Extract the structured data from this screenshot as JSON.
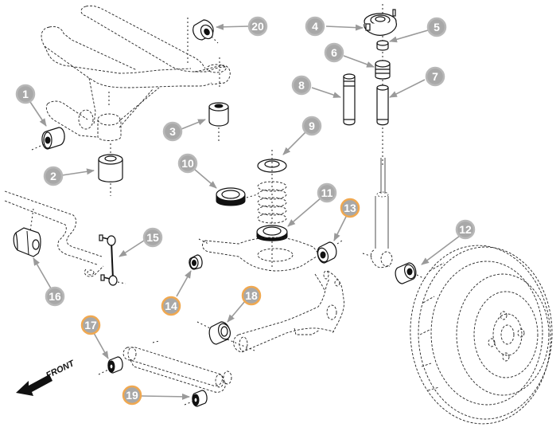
{
  "diagram": {
    "title": "Rear suspension bushing exploded view",
    "front_label": "FRONT",
    "colors": {
      "callout_fill": "#a8a8a8",
      "callout_border_standard": "#b8b8b8",
      "callout_border_highlight": "#f0a850",
      "leader": "#9a9a9a",
      "line_art": "#111111"
    },
    "callouts": [
      {
        "id": "1",
        "label": "1",
        "highlighted": false,
        "part": "bushing"
      },
      {
        "id": "2",
        "label": "2",
        "highlighted": false,
        "part": "bushing"
      },
      {
        "id": "3",
        "label": "3",
        "highlighted": false,
        "part": "bushing"
      },
      {
        "id": "4",
        "label": "4",
        "highlighted": false,
        "part": "strut mount"
      },
      {
        "id": "5",
        "label": "5",
        "highlighted": false,
        "part": "bushing"
      },
      {
        "id": "6",
        "label": "6",
        "highlighted": false,
        "part": "bump stop"
      },
      {
        "id": "7",
        "label": "7",
        "highlighted": false,
        "part": "dust boot"
      },
      {
        "id": "8",
        "label": "8",
        "highlighted": false,
        "part": "dust boot with bump stop"
      },
      {
        "id": "9",
        "label": "9",
        "highlighted": false,
        "part": "upper spring seat"
      },
      {
        "id": "10",
        "label": "10",
        "highlighted": false,
        "part": "bearing"
      },
      {
        "id": "11",
        "label": "11",
        "highlighted": false,
        "part": "lower spring seat"
      },
      {
        "id": "12",
        "label": "12",
        "highlighted": false,
        "part": "shock bushing"
      },
      {
        "id": "13",
        "label": "13",
        "highlighted": true,
        "part": "bushing"
      },
      {
        "id": "14",
        "label": "14",
        "highlighted": true,
        "part": "bushing"
      },
      {
        "id": "15",
        "label": "15",
        "highlighted": false,
        "part": "sway bar link"
      },
      {
        "id": "16",
        "label": "16",
        "highlighted": false,
        "part": "sway bar bushing"
      },
      {
        "id": "17",
        "label": "17",
        "highlighted": true,
        "part": "bushing"
      },
      {
        "id": "18",
        "label": "18",
        "highlighted": true,
        "part": "bushing"
      },
      {
        "id": "19",
        "label": "19",
        "highlighted": true,
        "part": "bushing"
      },
      {
        "id": "20",
        "label": "20",
        "highlighted": false,
        "part": "bushing"
      }
    ]
  }
}
